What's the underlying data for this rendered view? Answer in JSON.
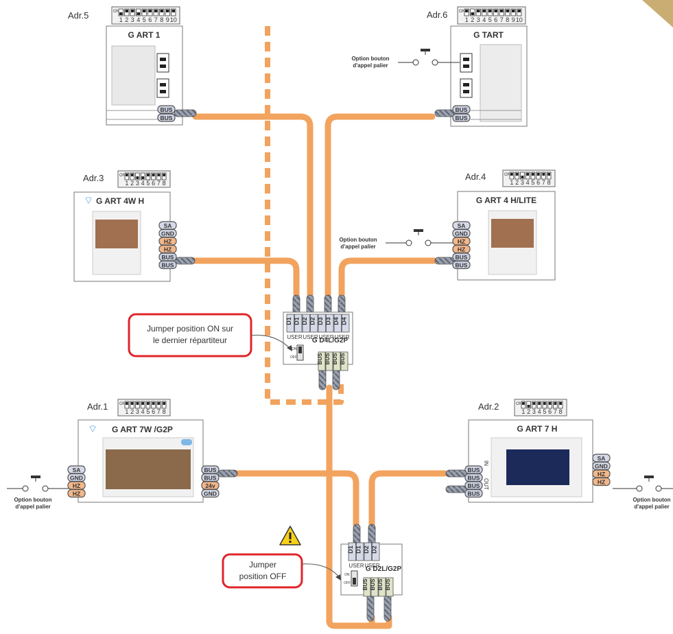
{
  "colors": {
    "cable": "#f2a35e",
    "bus_pill": "#cdd2e4",
    "hz_pill": "#f2b78a",
    "sa_pill": "#d6dae8",
    "gnd_pill": "#d6dae8",
    "v24_pill": "#f2b78a",
    "green_pill": "#dfe4c8",
    "callout_border": "#e0242a",
    "warning": "#f7d117"
  },
  "dip": {
    "on_label": "ON",
    "nums10": [
      "1",
      "2",
      "3",
      "4",
      "5",
      "6",
      "7",
      "8",
      "9",
      "10"
    ],
    "nums8": [
      "1",
      "2",
      "3",
      "4",
      "5",
      "6",
      "7",
      "8"
    ]
  },
  "monitors": {
    "m5": {
      "addr": "Adr.5",
      "title": "G ART 1"
    },
    "m6": {
      "addr": "Adr.6",
      "title": "G TART"
    },
    "m3": {
      "addr": "Adr.3",
      "title": "G ART 4W H"
    },
    "m4": {
      "addr": "Adr.4",
      "title": "G ART 4 H/LITE"
    },
    "m1": {
      "addr": "Adr.1",
      "title": "G ART 7W /G2P"
    },
    "m2": {
      "addr": "Adr.2",
      "title": "G ART 7 H"
    }
  },
  "terminals": {
    "bus": "BUS",
    "sa": "SA",
    "gnd": "GND",
    "hz": "HZ",
    "v24": "24v",
    "in": "IN",
    "out": "OUT"
  },
  "option": {
    "line1": "Option bouton",
    "line2": "d'appel palier"
  },
  "d4l": {
    "name": "G D4L/G2P",
    "ports": [
      "D1",
      "D1",
      "D2",
      "D2",
      "D3",
      "D3",
      "D4",
      "D4"
    ],
    "user": "USER",
    "on": "ON",
    "off": "OFF"
  },
  "d2l": {
    "name": "G D2L/G2P",
    "ports": [
      "D1",
      "D1",
      "D2",
      "D2"
    ],
    "user": "USER",
    "on": "ON",
    "off": "OFF"
  },
  "callout1": {
    "line1": "Jumper position ON sur",
    "line2": "le dernier répartiteur"
  },
  "callout2": {
    "line1": "Jumper",
    "line2": "position OFF"
  },
  "wifi_badge": "Wi-Fi"
}
